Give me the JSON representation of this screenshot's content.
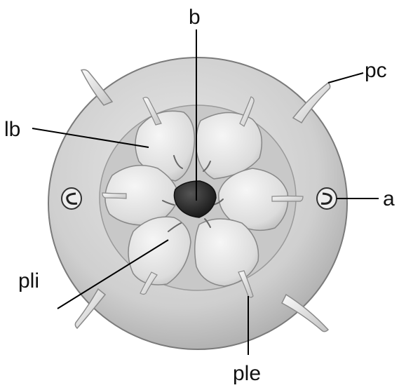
{
  "labels": {
    "b": "b",
    "pc": "pc",
    "lb": "lb",
    "a": "a",
    "pli": "pli",
    "ple": "ple"
  },
  "colors": {
    "background": "#ffffff",
    "outer_disc": "#d0d0d0",
    "lobe": "#e4e4e4",
    "mouth": "#2a2a2a",
    "leader_line": "#000000"
  }
}
